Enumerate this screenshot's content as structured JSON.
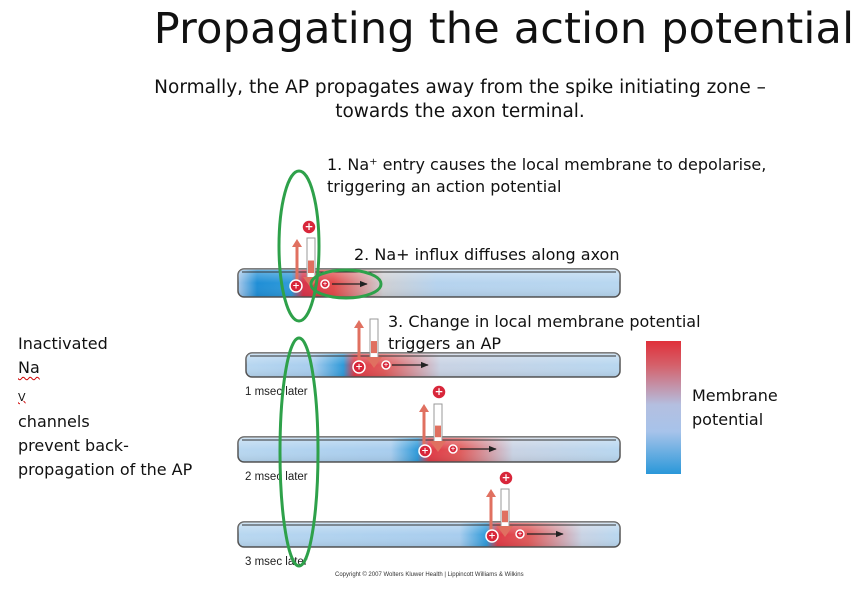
{
  "title": "Propagating the action potential",
  "subtitle": {
    "line1": "Normally, the AP propagates away from the spike initiating zone –",
    "line2": "towards the axon terminal."
  },
  "steps": {
    "step1_line1": "1. Na⁺ entry causes the local membrane to depolarise,",
    "step1_line2": "triggering an action potential",
    "step2": "2. Na+ influx diffuses along axon",
    "step3_line1": "3. Change in local membrane potential",
    "step3_line2": "triggers an AP"
  },
  "side_note": {
    "pre": "Inactivated ",
    "nav_main": "Na",
    "nav_sub": "V",
    "post": " channels",
    "line2": "prevent back-",
    "line3": "propagation of the AP"
  },
  "time_labels": [
    "1 msec later",
    "2 msec later",
    "3 msec later"
  ],
  "legend": {
    "line1": "Membrane",
    "line2": "potential",
    "colors": {
      "high": "#e0303a",
      "mid": "#b4bfe0",
      "low": "#2a98d9"
    }
  },
  "copyright": "Copyright © 2007 Wolters Kluwer Health | Lippincott Williams & Wilkins",
  "ion_symbol": "+",
  "colors": {
    "axon_rest": "#acd0ee",
    "depolarized": "#e0303a",
    "highlight_outline": "#2ea14a"
  }
}
